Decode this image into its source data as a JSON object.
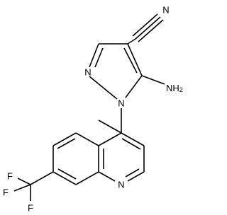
{
  "molecule": {
    "atom_labels": {
      "nitrile_n": "N",
      "pyrazole_n2": "N",
      "pyrazole_n1": "N",
      "amino": "NH",
      "amino_sub": "2",
      "quinoline_n": "N",
      "f_top": "F",
      "f_left": "F",
      "f_bottom": "F"
    }
  },
  "colors": {
    "ink": "#000000",
    "background": "#ffffff"
  }
}
